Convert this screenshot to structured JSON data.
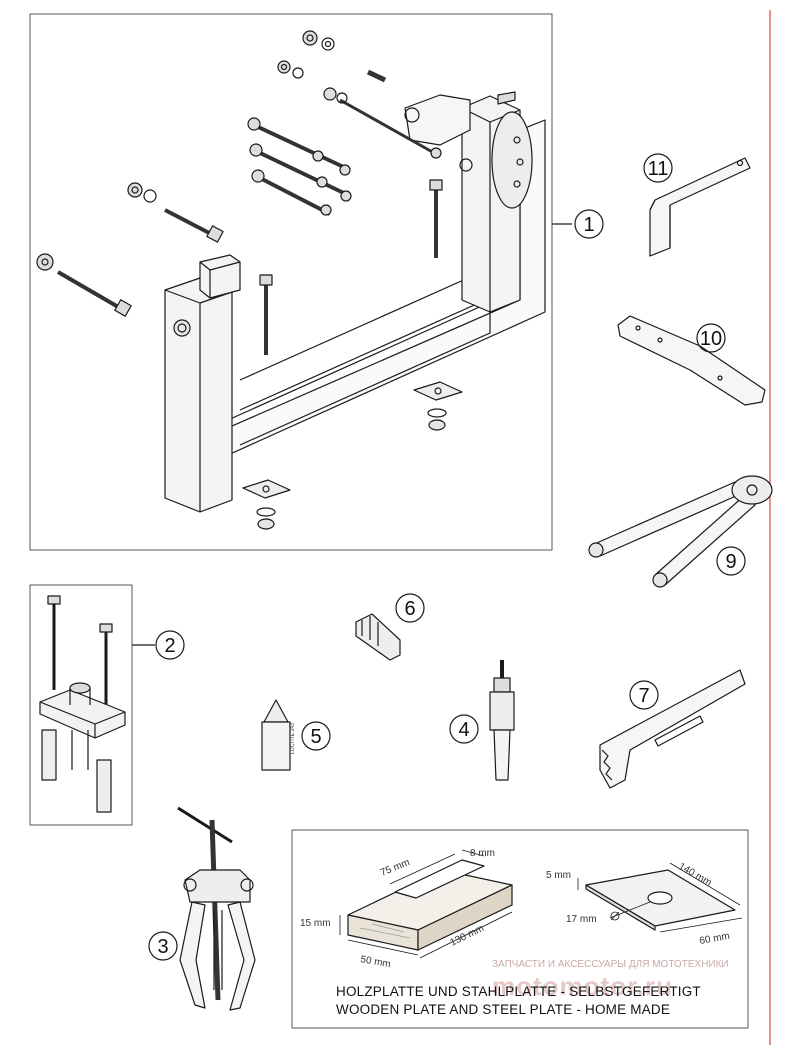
{
  "parts": {
    "1": "1",
    "2": "2",
    "3": "3",
    "4": "4",
    "5": "5",
    "6": "6",
    "7": "7",
    "9": "9",
    "10": "10",
    "11": "11"
  },
  "loctite_label": "LOCTITE 243",
  "plates": {
    "wood": {
      "len_a": "75 mm",
      "len_b": "8 mm",
      "height": "15 mm",
      "width": "50 mm",
      "length": "130 mm"
    },
    "steel": {
      "thickness": "5 mm",
      "length": "140 mm",
      "hole": "17 mm",
      "width": "60 mm"
    },
    "caption_line1": "HOLZPLATTE UND STAHLPLATTE - SELBSTGEFERTIGT",
    "caption_line2": "WOODEN PLATE AND STEEL PLATE - HOME MADE"
  },
  "watermark": {
    "line1": "ЗАПЧАСТИ И АКСЕССУАРЫ ДЛЯ МОТОТЕХНИКИ",
    "line2": "motomotor.ru"
  },
  "colors": {
    "line": "#1a1a1a",
    "accent_rule": "#e06a6a",
    "fill_light": "#f2f2f2",
    "fill_mid": "#dcdcdc"
  }
}
